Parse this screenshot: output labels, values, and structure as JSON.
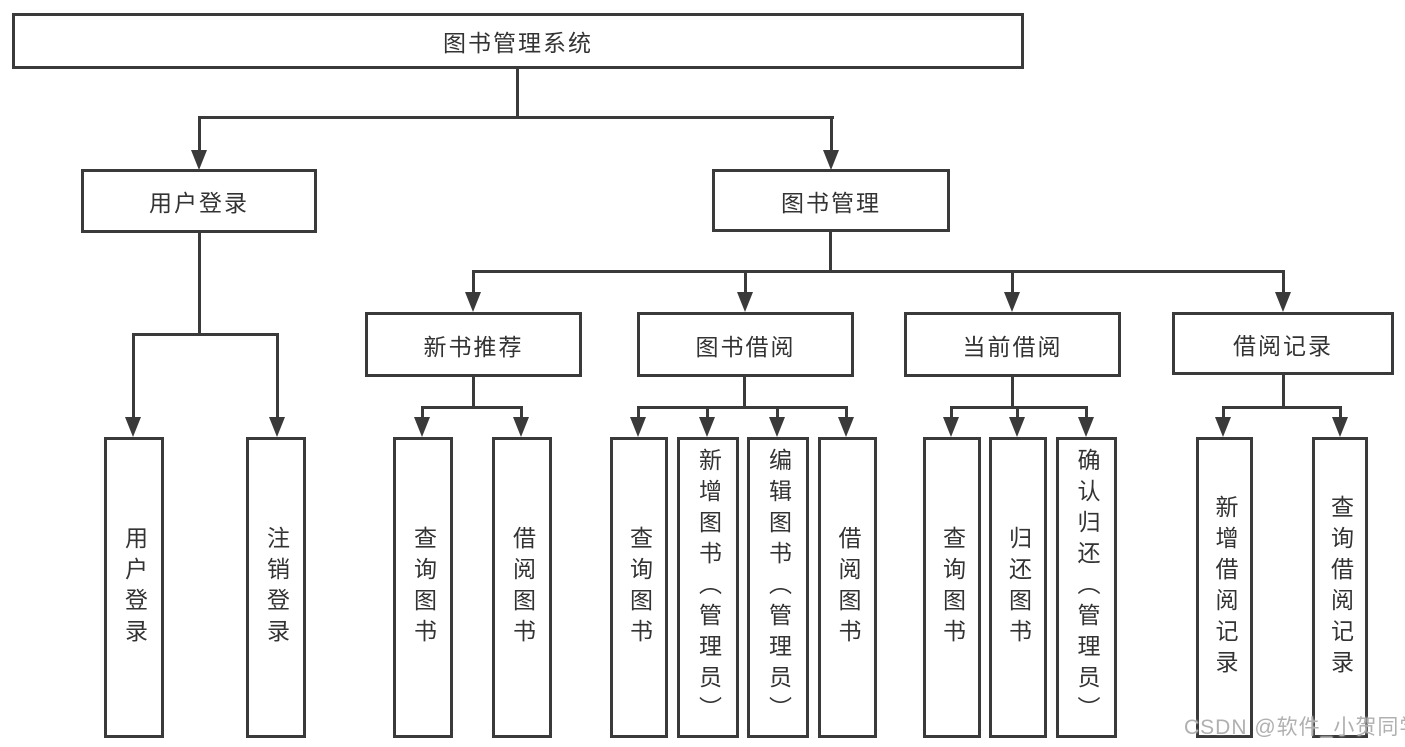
{
  "diagram": {
    "root": {
      "label": "图书管理系统"
    },
    "branches": [
      {
        "label": "用户登录",
        "children": [
          {
            "label": "用户登录"
          },
          {
            "label": "注销登录"
          }
        ]
      },
      {
        "label": "图书管理",
        "children": [
          {
            "label": "新书推荐",
            "children": [
              {
                "label": "查询图书"
              },
              {
                "label": "借阅图书"
              }
            ]
          },
          {
            "label": "图书借阅",
            "children": [
              {
                "label": "查询图书"
              },
              {
                "label": "新增图书（管理员）"
              },
              {
                "label": "编辑图书（管理员）"
              },
              {
                "label": "借阅图书"
              }
            ]
          },
          {
            "label": "当前借阅",
            "children": [
              {
                "label": "查询图书"
              },
              {
                "label": "归还图书"
              },
              {
                "label": "确认归还（管理员）"
              }
            ]
          },
          {
            "label": "借阅记录",
            "children": [
              {
                "label": "新增借阅记录"
              },
              {
                "label": "查询借阅记录"
              }
            ]
          }
        ]
      }
    ]
  },
  "watermark": {
    "text": "CSDN @软件_小贺同学"
  },
  "colors": {
    "line": "#3a3a3a",
    "text": "#333333",
    "watermark": "#b0b0b0",
    "background": "#ffffff"
  }
}
